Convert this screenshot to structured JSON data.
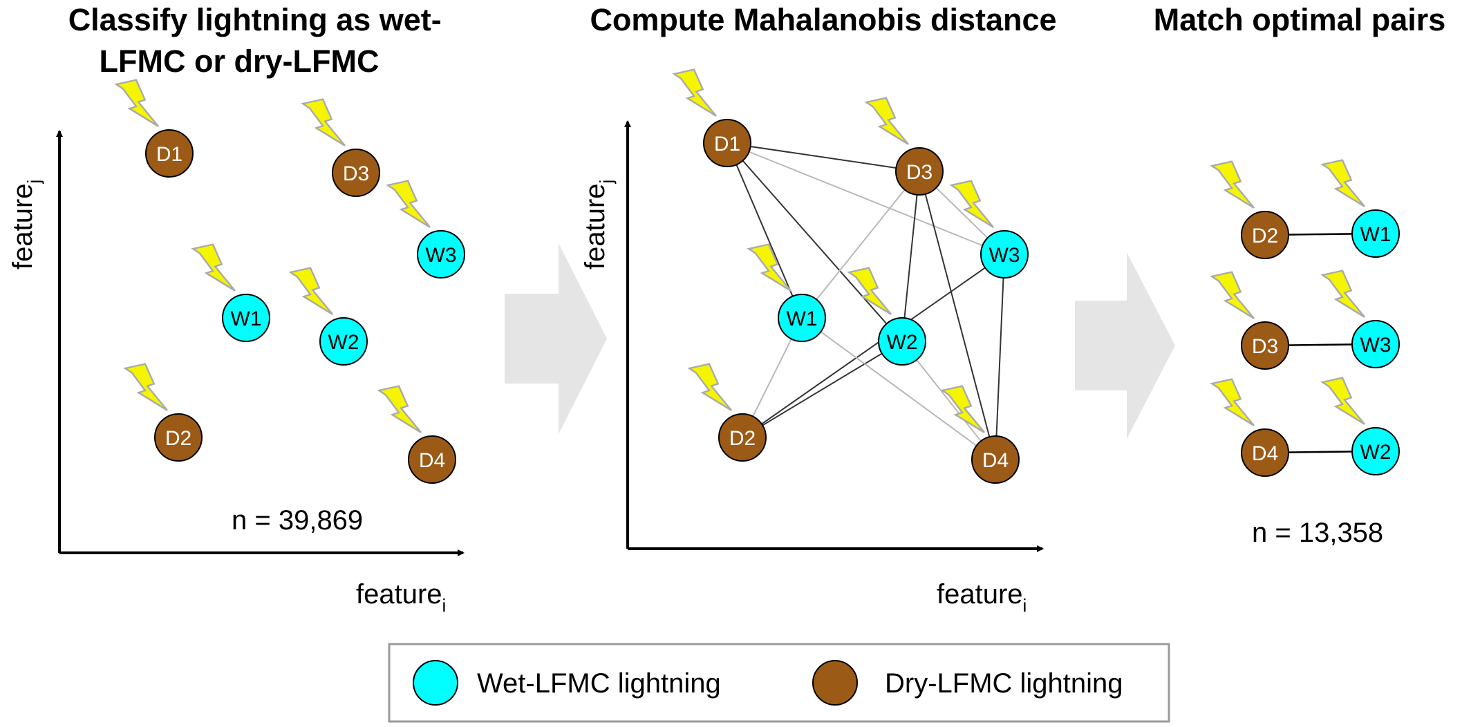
{
  "panels": [
    {
      "id": "classify",
      "title_lines": [
        "Classify lightning as wet-",
        "LFMC or dry-LFMC"
      ],
      "x_label": "feature",
      "x_sub": "i",
      "y_label": "feature",
      "y_sub": "j",
      "count": "n = 39,869",
      "nodes": [
        {
          "label": "D1",
          "kind": "dry"
        },
        {
          "label": "D3",
          "kind": "dry"
        },
        {
          "label": "W3",
          "kind": "wet"
        },
        {
          "label": "W1",
          "kind": "wet"
        },
        {
          "label": "W2",
          "kind": "wet"
        },
        {
          "label": "D2",
          "kind": "dry"
        },
        {
          "label": "D4",
          "kind": "dry"
        }
      ]
    },
    {
      "id": "distance",
      "title_lines": [
        "Compute Mahalanobis distance"
      ],
      "x_label": "feature",
      "x_sub": "i",
      "y_label": "feature",
      "y_sub": "j",
      "nodes": [
        {
          "label": "D1",
          "kind": "dry"
        },
        {
          "label": "D3",
          "kind": "dry"
        },
        {
          "label": "W3",
          "kind": "wet"
        },
        {
          "label": "W1",
          "kind": "wet"
        },
        {
          "label": "W2",
          "kind": "wet"
        },
        {
          "label": "D2",
          "kind": "dry"
        },
        {
          "label": "D4",
          "kind": "dry"
        }
      ],
      "edges": [
        [
          "D1",
          "D3"
        ],
        [
          "D1",
          "W1"
        ],
        [
          "D1",
          "W2"
        ],
        [
          "D1",
          "W3"
        ],
        [
          "D3",
          "W1"
        ],
        [
          "D3",
          "W2"
        ],
        [
          "D3",
          "W3"
        ],
        [
          "D3",
          "D4"
        ],
        [
          "D2",
          "W1"
        ],
        [
          "D2",
          "W2"
        ],
        [
          "D2",
          "W3"
        ],
        [
          "D4",
          "W1"
        ],
        [
          "D4",
          "W2"
        ],
        [
          "D4",
          "W3"
        ]
      ]
    },
    {
      "id": "match",
      "title_lines": [
        "Match optimal pairs"
      ],
      "count": "n = 13,358",
      "pairs": [
        [
          "D2",
          "W1"
        ],
        [
          "D3",
          "W3"
        ],
        [
          "D4",
          "W2"
        ]
      ]
    }
  ],
  "legend": {
    "wet_label": "Wet-LFMC lightning",
    "dry_label": "Dry-LFMC lightning"
  },
  "colors": {
    "wet": "#00ffff",
    "dry": "#9b5a16",
    "bolt_fill": "#f5f500",
    "bolt_stroke": "#aaaaaa",
    "arrow": "#e5e5e5",
    "edge": "#333333",
    "edge_light": "#b8b8b8"
  },
  "icons": {
    "lightning": "lightning-bolt-icon",
    "flow": "flow-arrow-icon"
  }
}
